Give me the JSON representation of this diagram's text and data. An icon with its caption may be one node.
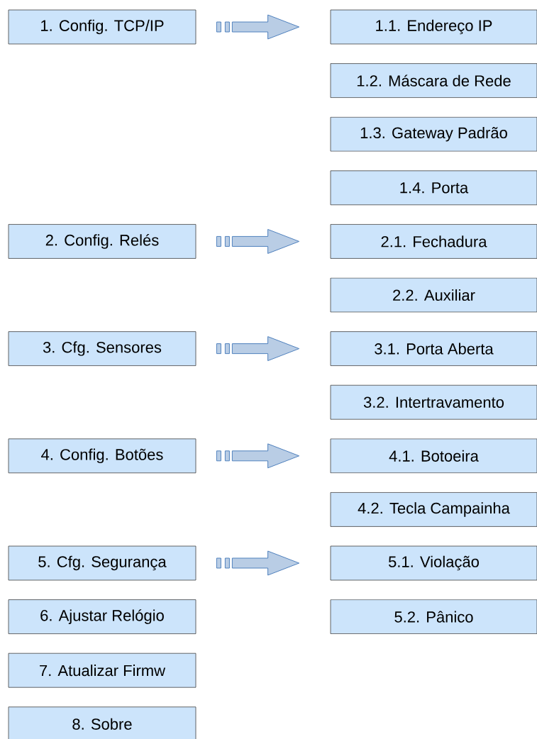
{
  "diagram": {
    "nodes": [
      {
        "text": [
          "1. Config. TCP/IP"
        ]
      },
      {
        "text": [
          "1.1. Endereço IP"
        ]
      },
      {
        "text": [
          "1.2. Máscara de Rede"
        ]
      },
      {
        "text": [
          "1.3. Gateway Padrão"
        ]
      },
      {
        "text": [
          "1.4. Porta"
        ]
      },
      {
        "text": [
          "2. Config. Relés"
        ]
      },
      {
        "text": [
          "2.1. Fechadura"
        ]
      },
      {
        "text": [
          "2.2. Auxiliar"
        ]
      },
      {
        "text": [
          "3. Cfg. Sensores"
        ]
      },
      {
        "text": [
          "3.1. Porta Aberta"
        ]
      },
      {
        "text": [
          "3.2. Intertravamento"
        ]
      },
      {
        "text": [
          "4. Config. Botões"
        ]
      },
      {
        "text": [
          "4.1. Botoeira"
        ]
      },
      {
        "text": [
          "4.2. Tecla Campainha"
        ]
      },
      {
        "text": [
          "5. Cfg. Segurança"
        ]
      },
      {
        "text": [
          "5.1. Violação"
        ]
      },
      {
        "text": [
          "5.2. Pânico"
        ]
      },
      {
        "text": [
          "6. Ajustar Relógio"
        ]
      },
      {
        "text": [
          "7. Atualizar Firmw"
        ]
      },
      {
        "text": [
          "8. Sobre"
        ]
      }
    ],
    "edges": [
      {
        "from": 0,
        "to": 1,
        "arrow": "to"
      },
      {
        "from": 5,
        "to": 6,
        "arrow": "to"
      },
      {
        "from": 8,
        "to": 9,
        "arrow": "to"
      },
      {
        "from": 11,
        "to": 12,
        "arrow": "to"
      },
      {
        "from": 14,
        "to": 15,
        "arrow": "to"
      }
    ]
  }
}
